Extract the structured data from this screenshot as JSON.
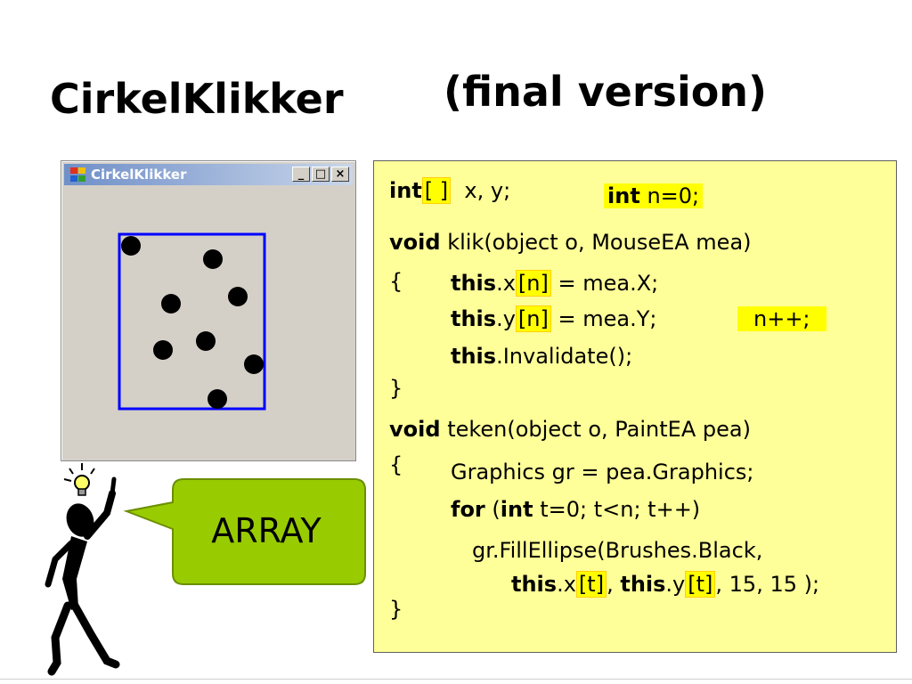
{
  "slide": {
    "title": "CirkelKlikker",
    "subtitle": "(final version)",
    "bubble_label": "ARRAY"
  },
  "window": {
    "title": "CirkelKlikker",
    "min_btn": "_",
    "max_btn": "□",
    "close_btn": "×"
  },
  "code": {
    "l1_kw": "int",
    "l1_hl": "[ ]",
    "l1_rest": "x, y;",
    "l1b_kw": "int",
    "l1b_rest": "n=0;",
    "l2_kw": "void",
    "l2_rest": "klik(object o, MouseEA mea)",
    "brace_open": "{",
    "l3_kw": "this",
    "l3_a": ".x",
    "l3_hl": "[n]",
    "l3_b": "= mea.X;",
    "l4_kw": "this",
    "l4_a": ".y",
    "l4_hl": "[n]",
    "l4_b": "= mea.Y;",
    "l4_side": "n++;",
    "l5_kw": "this",
    "l5_rest": ".Invalidate();",
    "brace_close": "}",
    "l6_kw": "void",
    "l6_rest": "teken(object o, PaintEA pea)",
    "l7_brace": "{",
    "l7_rest": "Graphics gr = pea.Graphics;",
    "l8_kw1": "for",
    "l8_p": "(",
    "l8_kw2": "int",
    "l8_rest": "t=0; t<n; t++)",
    "l9": "gr.FillEllipse(Brushes.Black,",
    "l10_kw1": "this",
    "l10_a": ".x",
    "l10_hl1": "[t]",
    "l10_comma": ",",
    "l10_kw2": "this",
    "l10_b": ".y",
    "l10_hl2": "[t]",
    "l10_end": ", 15, 15 );",
    "l11_brace": "}"
  },
  "colors": {
    "code_bg": "#ffff99",
    "highlight": "#ffff00",
    "bubble": "#99cc00",
    "rect": "#0000ff"
  }
}
